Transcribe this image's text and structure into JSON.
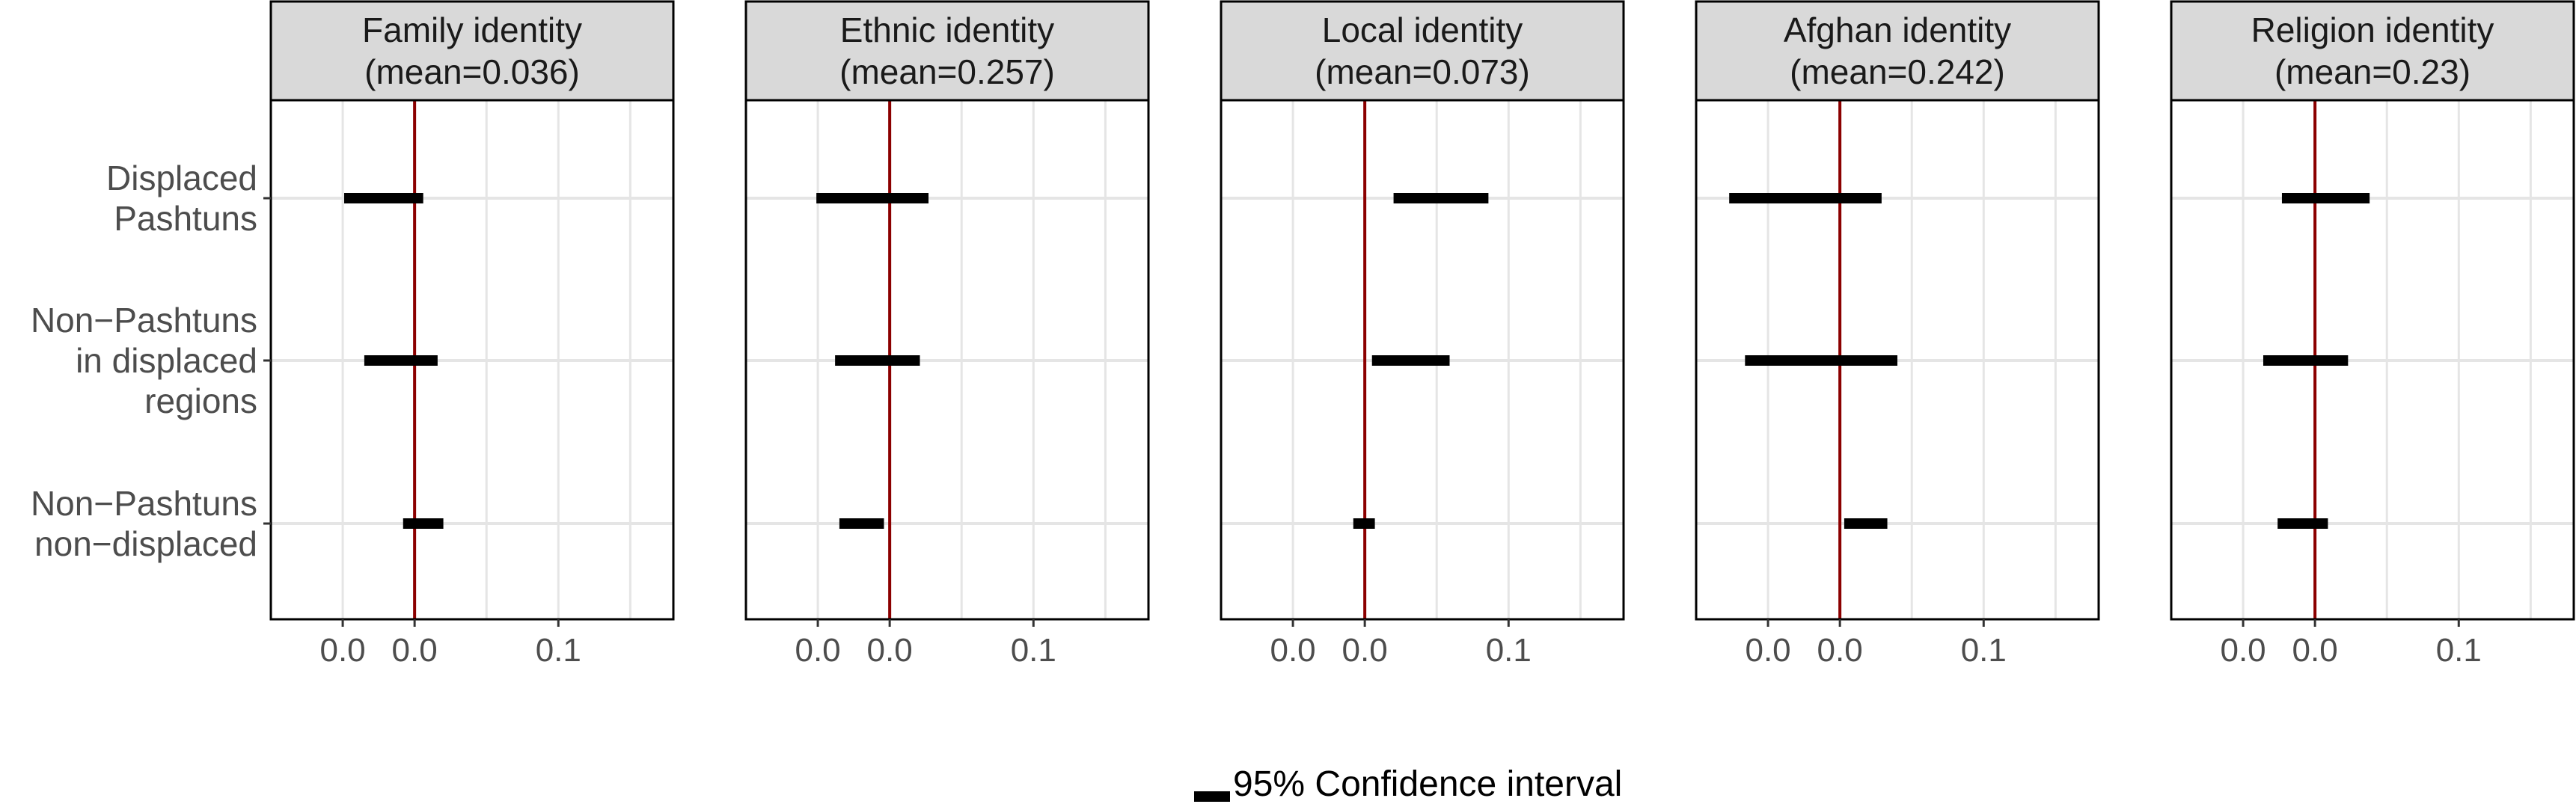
{
  "chart_data": {
    "type": "forest",
    "categories": [
      [
        "Displaced",
        "Pashtuns"
      ],
      [
        "Non−Pashtuns",
        "in displaced",
        "regions"
      ],
      [
        "Non−Pashtuns",
        "non−displaced"
      ]
    ],
    "x_tick_labels": [
      "0.0",
      "0.0",
      "0.1"
    ],
    "xlim": [
      -0.1,
      0.18
    ],
    "x_ticks": [
      -0.05,
      0.0,
      0.05,
      0.1,
      0.15
    ],
    "x_tick_label_positions": [
      -0.05,
      0.0,
      0.1
    ],
    "reference_line": {
      "x": 0.0,
      "color": "#8b0000"
    },
    "panels": [
      {
        "title": [
          "Family identity",
          "(mean=0.036)"
        ],
        "intervals": [
          [
            -0.049,
            0.006
          ],
          [
            -0.035,
            0.016
          ],
          [
            -0.008,
            0.02
          ]
        ]
      },
      {
        "title": [
          "Ethnic identity",
          "(mean=0.257)"
        ],
        "intervals": [
          [
            -0.051,
            0.027
          ],
          [
            -0.038,
            0.021
          ],
          [
            -0.035,
            -0.004
          ]
        ]
      },
      {
        "title": [
          "Local identity",
          "(mean=0.073)"
        ],
        "intervals": [
          [
            0.02,
            0.086
          ],
          [
            0.005,
            0.059
          ],
          [
            -0.008,
            0.007
          ]
        ]
      },
      {
        "title": [
          "Afghan identity",
          "(mean=0.242)"
        ],
        "intervals": [
          [
            -0.077,
            0.029
          ],
          [
            -0.066,
            0.04
          ],
          [
            0.003,
            0.033
          ]
        ]
      },
      {
        "title": [
          "Religion identity",
          "(mean=0.23)"
        ],
        "intervals": [
          [
            -0.023,
            0.038
          ],
          [
            -0.036,
            0.023
          ],
          [
            -0.026,
            0.009
          ]
        ]
      }
    ],
    "legend": {
      "label": "95% Confidence interval",
      "position": "bottom"
    },
    "grid": true,
    "colors": {
      "interval": "#000000",
      "reference": "#8b0000",
      "strip": "#d9d9d9",
      "grid": "#e5e5e5"
    }
  }
}
